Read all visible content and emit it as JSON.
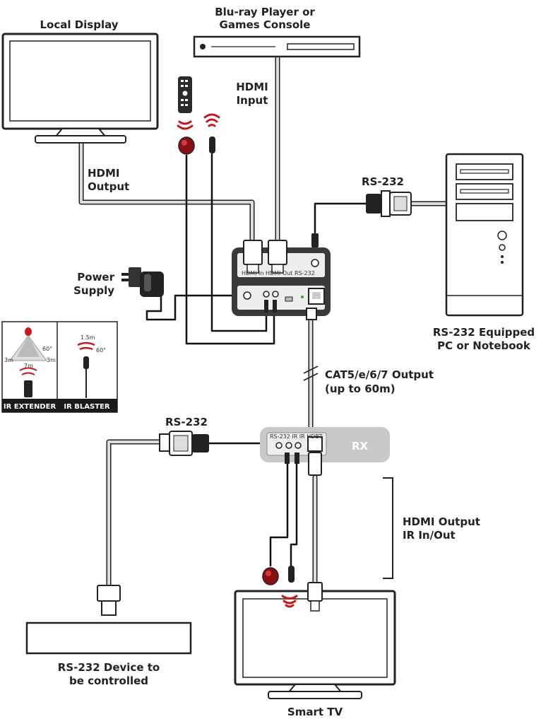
{
  "labels": {
    "local_display": "Local Display",
    "bluray_line1": "Blu-ray Player or",
    "bluray_line2": "Games Console",
    "hdmi_input_line1": "HDMI",
    "hdmi_input_line2": "Input",
    "hdmi_output_line1": "HDMI",
    "hdmi_output_line2": "Output",
    "rs232_top": "RS-232",
    "power_line1": "Power",
    "power_line2": "Supply",
    "pc_line1": "RS-232 Equipped",
    "pc_line2": "PC or Notebook",
    "cat_line1": "CAT5/e/6/7 Output",
    "cat_line2": "(up to 60m)",
    "rs232_bottom": "RS-232",
    "rx": "RX",
    "hdmi_ir_line1": "HDMI Output",
    "hdmi_ir_line2": "IR In/Out",
    "rs232_device_line1": "RS-232 Device to",
    "rs232_device_line2": "be controlled",
    "smart_tv": "Smart TV"
  },
  "inset": {
    "ir_extender": "IR EXTENDER",
    "ir_blaster": "IR BLASTER",
    "angle_60": "60°",
    "dist_3m": "3m",
    "dist_7m": "7m",
    "dist_1_5m": "1.5m"
  },
  "colors": {
    "ir_red": "#c8181c",
    "cable_gray": "#d9d9d9",
    "device_dark": "#3a3a3a",
    "rx_gray": "#c8c8c8"
  }
}
